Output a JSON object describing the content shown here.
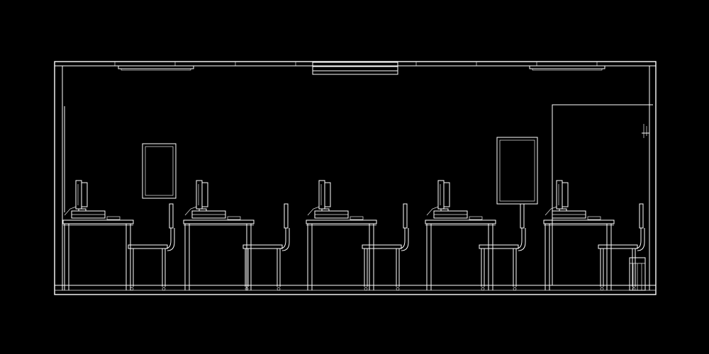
{
  "drawing": {
    "background_color": "#000000",
    "line_color": "#ffffff",
    "view": "interior-elevation",
    "workstation_count": 5,
    "ceiling_light_count": 3,
    "wall_frame_count": 2,
    "has_door": true,
    "has_waste_bin": true,
    "monitor_icon": "crt-monitor-icon",
    "chair_icon": "office-chair-icon",
    "bin_icon": "waste-bin-icon",
    "light_icon": "ceiling-light-icon"
  }
}
